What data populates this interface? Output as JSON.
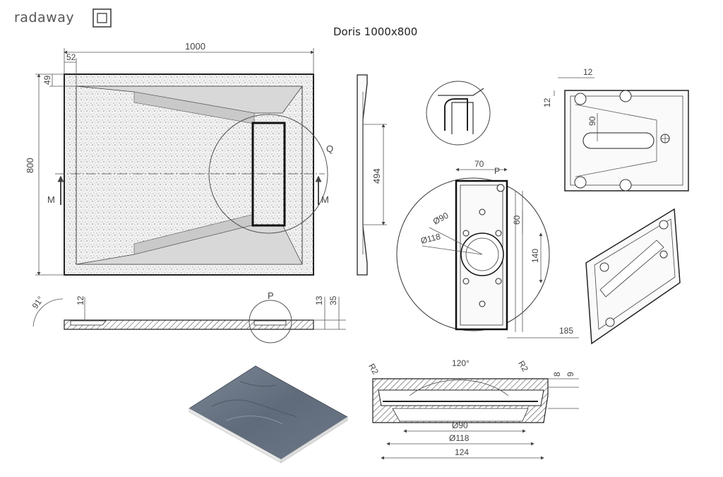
{
  "brand": {
    "name": "radaway"
  },
  "title": "Doris 1000x800",
  "top_view": {
    "width": "1000",
    "height": "800",
    "offset_x": "52",
    "offset_y": "49",
    "section_label": "M",
    "detail_label": "Q"
  },
  "side_view": {
    "dim": "494"
  },
  "section_view": {
    "angle": "91°",
    "depth": "12",
    "dim_a": "13",
    "dim_b": "35",
    "detail_label": "P"
  },
  "detail_q": {
    "width": "70",
    "label": "P",
    "d1": "Ø90",
    "d2": "Ø118",
    "v1": "60",
    "v2": "140",
    "offset": "185"
  },
  "bottom_view": {
    "h": "12",
    "w": "12",
    "slot": "90"
  },
  "drain_section": {
    "r_left": "R2",
    "r_right": "R2",
    "angle": "120°",
    "h1": "8",
    "h2": "9",
    "d1": "Ø90",
    "d2": "Ø118",
    "w": "124"
  },
  "colors": {
    "line": "#333333",
    "slate": "#5f6b7a",
    "speckle": "#8a8a8a"
  }
}
